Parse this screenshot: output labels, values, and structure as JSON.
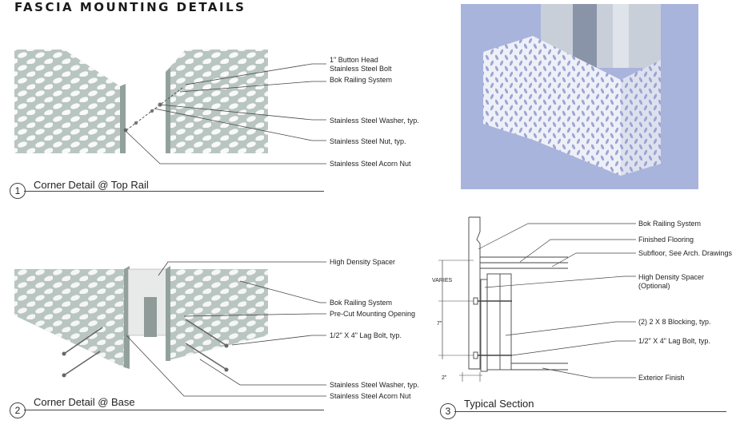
{
  "title": "FASCIA MOUNTING DETAILS",
  "detail1": {
    "number": "1",
    "caption": "Corner Detail @ Top Rail",
    "labels": {
      "bolt_line1": "1\" Button Head",
      "bolt_line2": "Stainless Steel Bolt",
      "system": "Bok Railing System",
      "washer": "Stainless Steel Washer, typ.",
      "nut": "Stainless Steel Nut, typ.",
      "acorn": "Stainless Steel Acorn Nut"
    }
  },
  "detail2": {
    "number": "2",
    "caption": "Corner Detail @ Base",
    "labels": {
      "spacer": "High Density Spacer",
      "system": "Bok Railing System",
      "opening": "Pre-Cut Mounting Opening",
      "lag": "1/2\" X 4\" Lag Bolt, typ.",
      "washer": "Stainless Steel Washer, typ.",
      "acorn": "Stainless Steel Acorn Nut"
    }
  },
  "detail3": {
    "number": "3",
    "caption": "Typical Section",
    "labels": {
      "system": "Bok Railing System",
      "flooring": "Finished Flooring",
      "subfloor": "Subfloor, See Arch. Drawings",
      "spacer_line1": "High Density Spacer",
      "spacer_line2": "(Optional)",
      "blocking": "(2) 2 X 8 Blocking, typ.",
      "lag": "1/2\" X 4\" Lag Bolt, typ.",
      "exterior": "Exterior Finish"
    },
    "dims": {
      "varies": "VARIES",
      "seven": "7\"",
      "two": "2\""
    }
  },
  "colors": {
    "panel": "#b9c5c1",
    "panel_edge": "#93a19d",
    "line": "#444444",
    "photo_bg": "#a9b4dd",
    "photo_panel": "#eef0f7"
  }
}
